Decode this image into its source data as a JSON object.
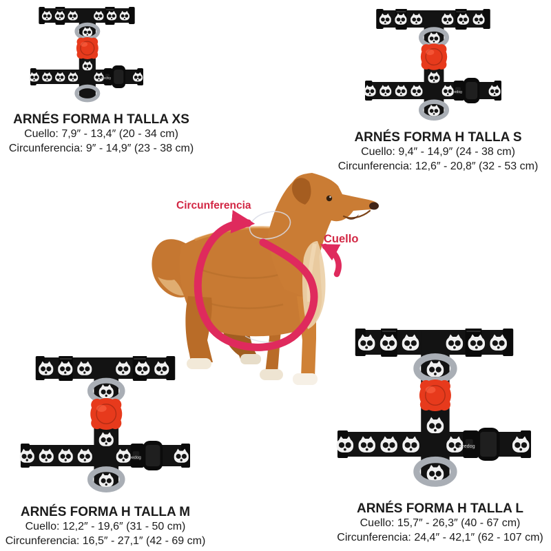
{
  "page": {
    "background": "#ffffff",
    "type": "product-size-guide"
  },
  "sizes": [
    {
      "code": "XS",
      "title": "ARNÉS FORMA H TALLA XS",
      "cuello": "Cuello: 7,9″ - 13,4″ (20 - 34 cm)",
      "circunferencia": "Circunferencia: 9″ - 14,9″ (23 - 38 cm)"
    },
    {
      "code": "S",
      "title": "ARNÉS FORMA H TALLA S",
      "cuello": "Cuello: 9,4″ - 14,9″ (24 - 38 cm)",
      "circunferencia": "Circunferencia: 12,6″ - 20,8″ (32 - 53 cm)"
    },
    {
      "code": "M",
      "title": "ARNÉS FORMA H TALLA M",
      "cuello": "Cuello: 12,2″ - 19,6″ (31 - 50 cm)",
      "circunferencia": "Circunferencia: 16,5″ - 27,1″ (42 - 69 cm)"
    },
    {
      "code": "L",
      "title": "ARNÉS FORMA H TALLA L",
      "cuello": "Cuello: 15,7″ - 26,3″ (40 - 67 cm)",
      "circunferencia": "Circunferencia: 24,4″ - 42,1″ (62 - 107 cm)"
    }
  ],
  "diagram": {
    "circumference_label": "Circunferencia",
    "neck_label": "Cuello",
    "label_color": "#d22744",
    "arrow_color": "#df2a5d"
  },
  "harness": {
    "brand_label": "zeedog",
    "pattern": "skull-pattern",
    "strap_color": "#131313",
    "skull_color": "#f1f1f1",
    "center_piece_color": "#e73a1c",
    "ring_color": "#a9aeb5"
  }
}
